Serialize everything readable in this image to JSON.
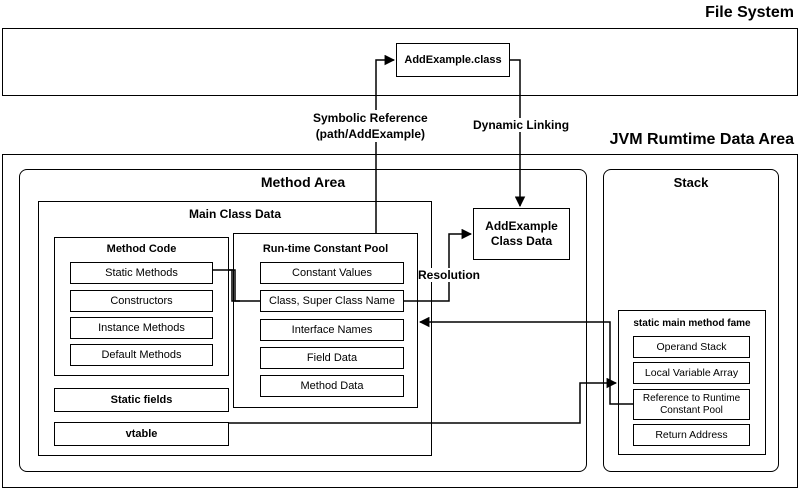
{
  "file_system": {
    "title": "File System",
    "class_file": "AddExample.class"
  },
  "jvm": {
    "title": "JVM Rumtime Data Area"
  },
  "method_area": {
    "title": "Method Area",
    "main_class_data": {
      "title": "Main Class Data",
      "method_code": {
        "title": "Method Code",
        "items": [
          "Static Methods",
          "Constructors",
          "Instance Methods",
          "Default Methods"
        ]
      },
      "static_fields": "Static fields",
      "vtable": "vtable",
      "constant_pool": {
        "title": "Run-time Constant Pool",
        "items": [
          "Constant Values",
          "Class, Super Class Name",
          "Interface Names",
          "Field Data",
          "Method Data"
        ]
      }
    },
    "add_example_class_data": "AddExample\nClass Data"
  },
  "stack": {
    "title": "Stack",
    "frame": {
      "title": "static main method fame",
      "items": [
        "Operand Stack",
        "Local Variable Array",
        "Reference to Runtime Constant Pool",
        "Return Address"
      ]
    }
  },
  "labels": {
    "symbolic_reference": "Symbolic Reference\n(path/AddExample)",
    "dynamic_linking": "Dynamic Linking",
    "resolution": "Resolution"
  }
}
